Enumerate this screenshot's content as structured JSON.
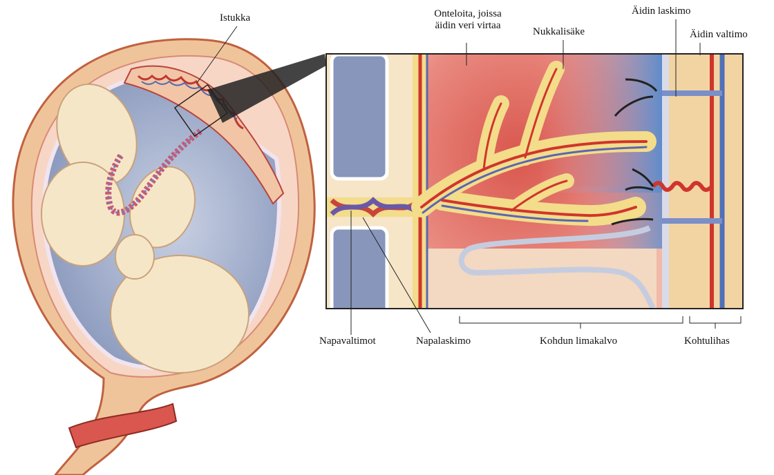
{
  "labels": {
    "istukka": "Istukka",
    "onteloita": "Onteloita, joissa äidin veri virtaa",
    "onteloita_line1": "Onteloita, joissa",
    "onteloita_line2": "äidin veri virtaa",
    "nukkalisake": "Nukkalisäke",
    "aidin_laskimo": "Äidin laskimo",
    "aidin_valtimo": "Äidin valtimo",
    "napavaltimot": "Napavaltimot",
    "napalaskimo": "Napalaskimo",
    "kohdun_limakalvo": "Kohdun limakalvo",
    "kohtulihas": "Kohtulihas"
  },
  "colors": {
    "maternal_blood": "#d9574e",
    "venous_blood": "#5a7fc0",
    "villus_tissue": "#f3dc8a",
    "uterine_wall": "#eab98a",
    "amniotic_fluid": "#a9b6d2",
    "fetus_skin": "#f6e6c8"
  }
}
